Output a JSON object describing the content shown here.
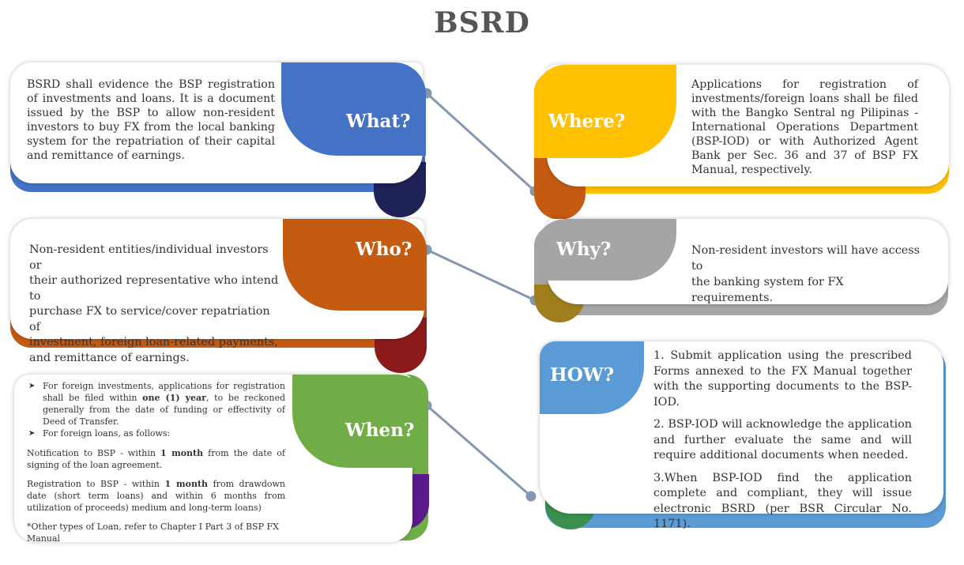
{
  "title": "BSRD",
  "colors": {
    "what": "#4472C4",
    "what_dark": "#1F2257",
    "where": "#FFC000",
    "where_dark": "#C55A11",
    "who": "#C55A11",
    "who_dark": "#8B1A1A",
    "why": "#A5A5A5",
    "why_dark": "#A07E1E",
    "when": "#70AD47",
    "when_dark": "#5B1A8C",
    "how": "#5B9BD5",
    "how_dark": "#3A8F4C",
    "connector": "#8497B0"
  },
  "what": {
    "label": "What?",
    "text": "BSRD shall evidence the BSP registration of investments and loans. It is a document issued by the BSP to allow non-resident investors to buy FX from the local banking system for the repatriation of their capital and remittance of earnings."
  },
  "where": {
    "label": "Where?",
    "text": "Applications for registration of investments/foreign loans shall be filed with the Bangko Sentral ng Pilipinas - International Operations Department (BSP-IOD) or with Authorized Agent Bank per Sec. 36 and 37 of BSP FX Manual, respectively."
  },
  "who": {
    "label": "Who?",
    "lines": [
      "Non-resident entities/individual investors or",
      "their authorized representative who intend to",
      "purchase FX to service/cover repatriation of",
      "investment, foreign loan-related payments,",
      "and remittance of earnings."
    ]
  },
  "why": {
    "label": "Why?",
    "lines": [
      "Non-resident investors will have access to",
      "the banking system for FX requirements."
    ]
  },
  "when": {
    "label": "When?",
    "bullet1_pre": "For foreign investments, applications for registration shall be filed within ",
    "bullet1_bold": "one (1) year",
    "bullet1_post": ", to be reckoned generally from the date of funding or effectivity of Deed of Transfer.",
    "bullet2": "For foreign loans, as follows:",
    "notif_pre": "Notification to BSP - within ",
    "notif_bold": "1 month",
    "notif_post": " from the date of signing of the loan agreement.",
    "reg_pre": "Registration to BSP - within ",
    "reg_bold": "1 month",
    "reg_post": " from drawdown date (short term loans) and within 6 months from utilization of proceeds) medium and long-term loans)",
    "note": "*Other types of Loan, refer to Chapter I Part 3 of BSP FX Manual"
  },
  "how": {
    "label": "HOW?",
    "step1": "1. Submit application using the prescribed Forms annexed to the FX Manual together with the supporting documents to the BSP-IOD.",
    "step2": "2. BSP-IOD will acknowledge the application and further evaluate the same and will require additional documents when needed.",
    "step3": "3.When BSP-IOD find the application complete and compliant, they will issue electronic BSRD (per BSR Circular No. 1171)."
  }
}
